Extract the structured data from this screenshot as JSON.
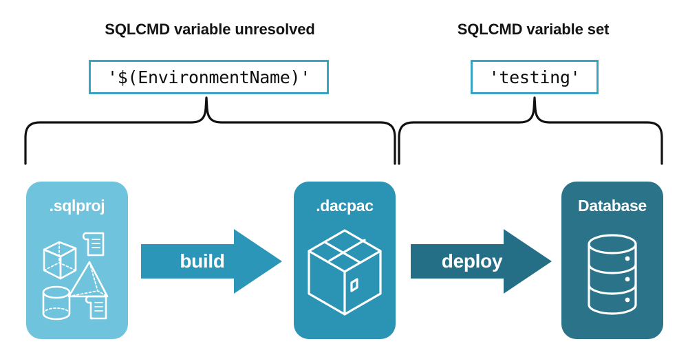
{
  "diagram": {
    "groups": [
      {
        "id": "unresolved",
        "title": "SQLCMD variable unresolved",
        "value": "'$(EnvironmentName)'"
      },
      {
        "id": "set",
        "title": "SQLCMD variable set",
        "value": "'testing'"
      }
    ],
    "nodes": [
      {
        "id": "sqlproj",
        "label": ".sqlproj",
        "color": "#6fc3dc",
        "icons": [
          "cube-icon",
          "pyramid-icon",
          "cylinder-icon",
          "scroll-icon",
          "scroll-icon"
        ]
      },
      {
        "id": "dacpac",
        "label": ".dacpac",
        "color": "#2b93b4",
        "icons": [
          "package-box-icon"
        ]
      },
      {
        "id": "database",
        "label": "Database",
        "color": "#2a7389",
        "icons": [
          "database-cylinder-icon"
        ]
      }
    ],
    "arrows": [
      {
        "id": "build",
        "label": "build",
        "color": "#2b96b8"
      },
      {
        "id": "deploy",
        "label": "deploy",
        "color": "#256f86"
      }
    ],
    "colors": {
      "brace": "#111111",
      "code_box_border": "#3ba3c4",
      "title_text": "#131313",
      "background": "#ffffff",
      "node_text": "#ffffff"
    }
  }
}
